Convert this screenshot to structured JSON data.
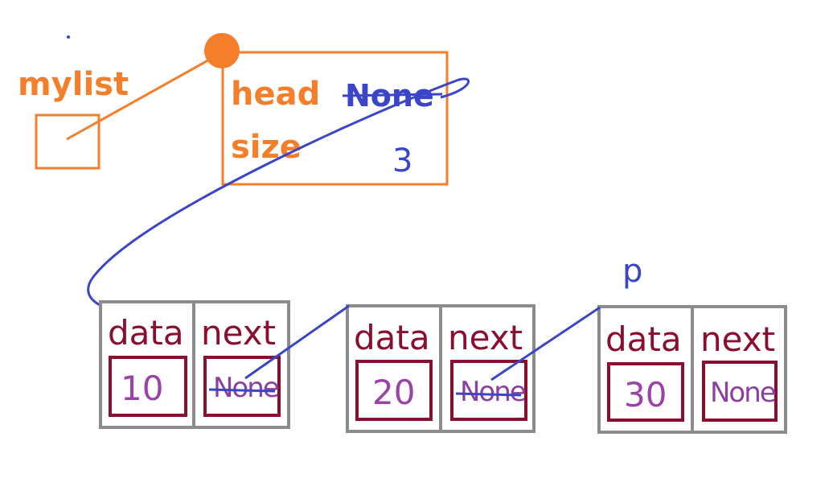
{
  "diagram": {
    "colors": {
      "orange": "#F47E2A",
      "blue": "#3A45C8",
      "dark_red": "#8A0E2E",
      "purple": "#9A43A6",
      "gray": "#8C8C8C"
    },
    "variable": {
      "name": "mylist"
    },
    "list_object": {
      "head_label": "head",
      "head_old_value": "None",
      "size_label": "size",
      "size_value": "3"
    },
    "pointer_label": "p",
    "nodes": [
      {
        "data_label": "data",
        "next_label": "next",
        "value": "10",
        "next_value": "None",
        "next_crossed": true
      },
      {
        "data_label": "data",
        "next_label": "next",
        "value": "20",
        "next_value": "None",
        "next_crossed": true
      },
      {
        "data_label": "data",
        "next_label": "next",
        "value": "30",
        "next_value": "None",
        "next_crossed": false
      }
    ]
  }
}
